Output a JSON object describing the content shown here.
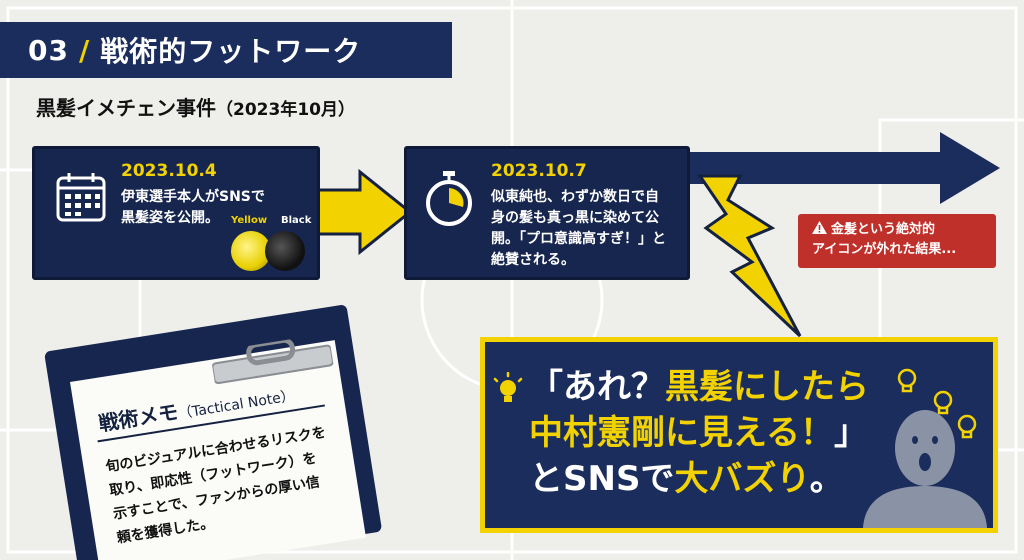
{
  "header": {
    "number": "03",
    "slash": "/",
    "title": "戦術的フットワーク",
    "subtitle": "黒髪イメチェン事件",
    "subtitle_date": "（2023年10月）"
  },
  "events": [
    {
      "date": "2023.10.4",
      "lines": [
        "伊東選手本人がSNSで",
        "黒髪姿を公開。"
      ],
      "icon": "calendar-icon",
      "swatch_labels": {
        "yellow": "Yellow",
        "black": "Black"
      }
    },
    {
      "date": "2023.10.7",
      "lines": [
        "似東純也、わずか数日で自",
        "身の髪も真っ黒に染めて公",
        "開。「プロ意識高すぎ！」と",
        "絶賛される。"
      ],
      "icon": "stopwatch-icon"
    }
  ],
  "warning": {
    "icon": "warning-icon",
    "lines": [
      "金髪という絶対的",
      "アイコンが外れた結果..."
    ]
  },
  "quote": {
    "line1_white": "「あれ？",
    "line1_yellow": "黒髪にしたら",
    "line2_yellow": "中村憲剛に見える！",
    "line2_white": "」",
    "line3_white": "とSNSで",
    "line3_yellow": "大バズり",
    "line3_end": "。"
  },
  "memo": {
    "title": "戦術メモ",
    "title_en": "（Tactical Note）",
    "lines": [
      "旬のビジュアルに合わせるリスクを",
      "取り、即応性（フットワーク）を",
      "示すことで、ファンからの厚い信",
      "頼を獲得した。"
    ]
  },
  "colors": {
    "navy": "#1b2d5c",
    "yellow": "#f2d200",
    "red": "#c0302a",
    "background": "#eeeeea"
  }
}
